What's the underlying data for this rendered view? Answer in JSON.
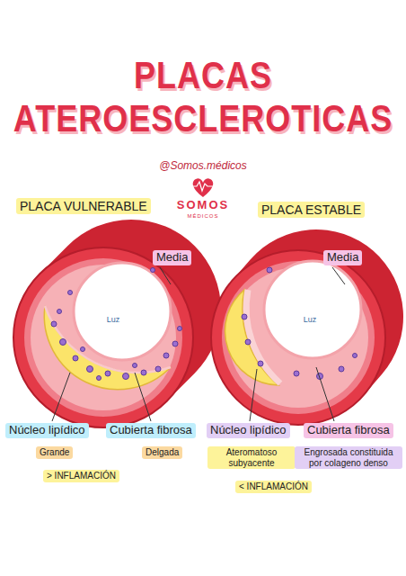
{
  "diagram": {
    "title": "PLACAS ATEROESCLEROTICAS",
    "labels": [
      "@Somos.médicos",
      "SOMOS",
      "MÉDICOS",
      "PLACA VULNERABLE",
      "Media",
      "Luz",
      "Núcleo lipídico",
      "Grande",
      "Cubierta fibrosa",
      "Delgada",
      "> INFLAMACIÓN",
      "PLACA ESTABLE",
      "Media",
      "Luz",
      "Núcleo lipídico",
      "Ateromatoso subyacente",
      "Cubierta fibrosa",
      "Engrosada constituida por colageno denso",
      "< INFLAMACIÓN"
    ]
  }
}
